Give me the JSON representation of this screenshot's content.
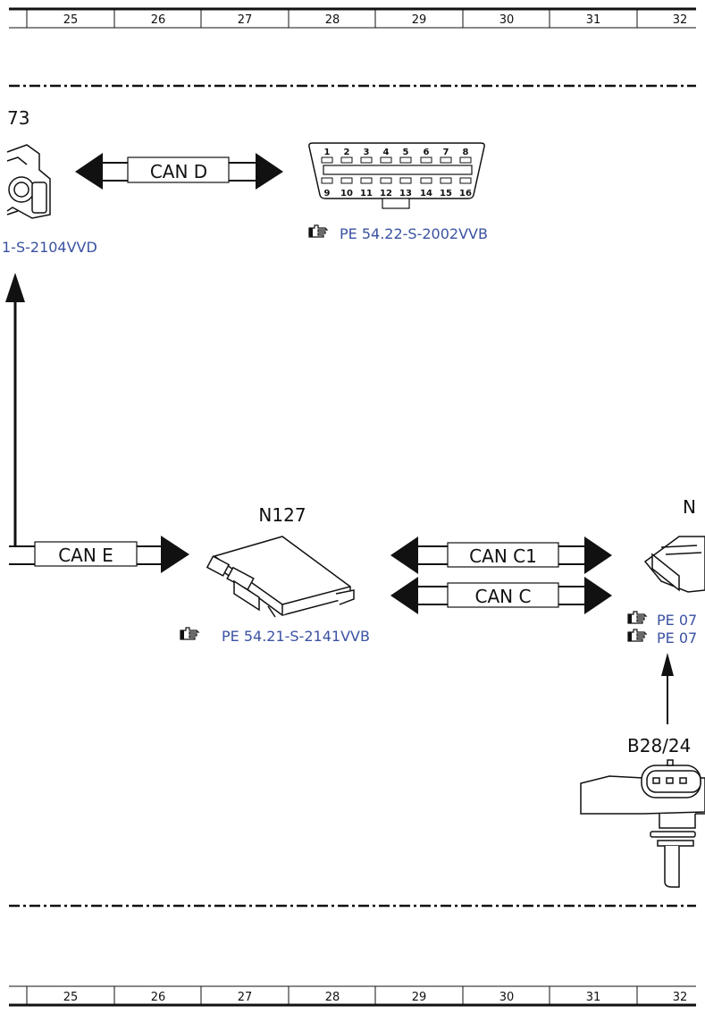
{
  "ruler": {
    "numbers": [
      "25",
      "26",
      "27",
      "28",
      "29",
      "30",
      "31",
      "32"
    ]
  },
  "components": {
    "top_left_partial": "73",
    "control_unit": "N127",
    "right_partial": "N",
    "sensor": "B28/24"
  },
  "buses": {
    "can_d": "CAN D",
    "can_e": "CAN E",
    "can_c1": "CAN C1",
    "can_c": "CAN C"
  },
  "connector": {
    "top_pins": [
      "1",
      "2",
      "3",
      "4",
      "5",
      "6",
      "7",
      "8"
    ],
    "bottom_pins": [
      "9",
      "10",
      "11",
      "12",
      "13",
      "14",
      "15",
      "16"
    ]
  },
  "references": {
    "left": "1-S-2104VVD",
    "diag_connector": "PE 54.22-S-2002VVB",
    "control_unit": "PE 54.21-S-2141VVB",
    "right_1": "PE 07",
    "right_2": "PE 07"
  },
  "colors": {
    "reference_text": "#3a52a2",
    "line": "#111111"
  },
  "icons": [
    "pointing-hand-icon"
  ]
}
